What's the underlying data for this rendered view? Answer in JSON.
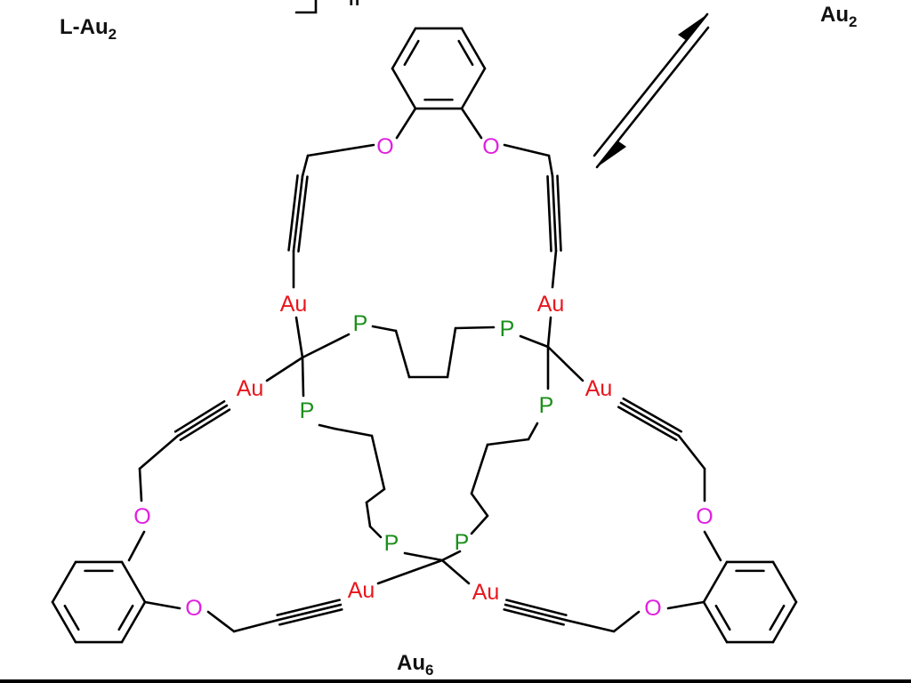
{
  "labels": {
    "left": {
      "main": "L-Au",
      "sub": "2"
    },
    "right": {
      "main": "Au",
      "sub": "2"
    },
    "bottom": {
      "main": "Au",
      "sub": "6"
    },
    "topfrag": "n"
  },
  "atom_text": {
    "gold": "Au",
    "phosphorus": "P",
    "oxygen": "O"
  },
  "colors": {
    "gold": "#e8161c",
    "phosphorus": "#1a8f1a",
    "oxygen": "#e020e0",
    "bond": "#000000"
  },
  "icons": {
    "equilibrium": "equilibrium-arrows-icon"
  }
}
